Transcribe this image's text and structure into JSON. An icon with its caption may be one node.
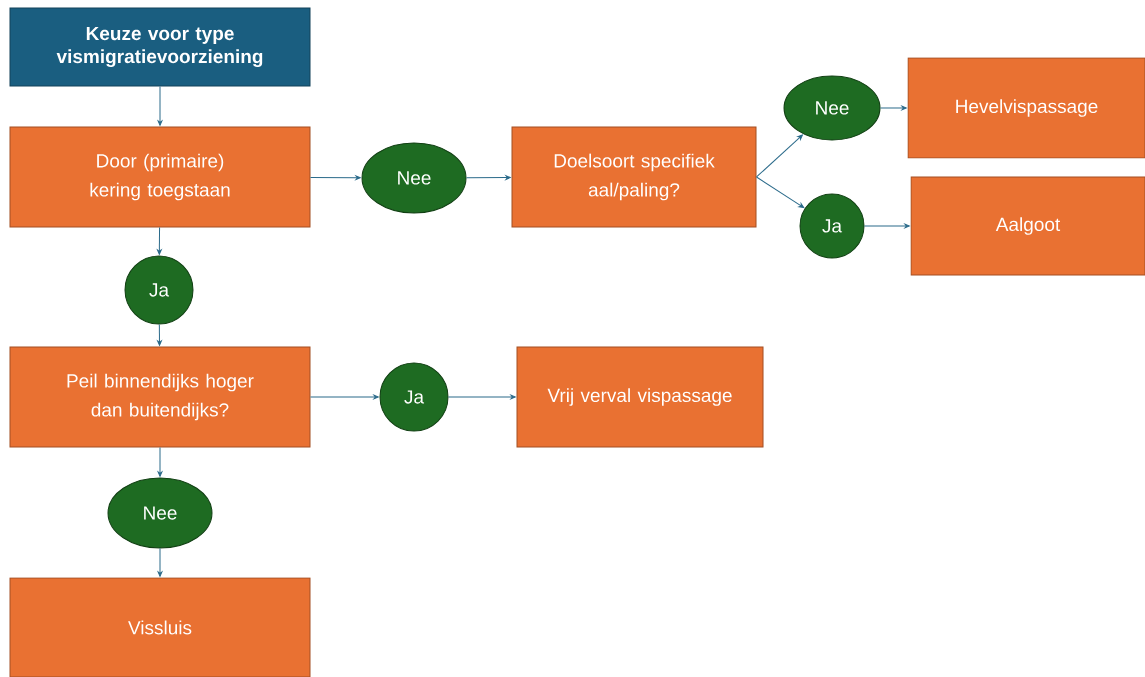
{
  "diagram": {
    "nodes": [
      {
        "text": [
          "Keuze voor type vismigratievoorziening"
        ]
      },
      {
        "text": [
          "Door (primaire) kering toegstaan"
        ]
      },
      {
        "text": [
          "Nee"
        ]
      },
      {
        "text": [
          "Doelsoort specifiek aal/paling?"
        ]
      },
      {
        "text": [
          "Nee"
        ]
      },
      {
        "text": [
          "Hevelvispassage"
        ]
      },
      {
        "text": [
          "Ja"
        ]
      },
      {
        "text": [
          "Aalgoot"
        ]
      },
      {
        "text": [
          "Ja"
        ]
      },
      {
        "text": [
          "Peil binnendijks hoger dan buitendijks?"
        ]
      },
      {
        "text": [
          "Ja"
        ]
      },
      {
        "text": [
          "Vrij verval vispassage"
        ]
      },
      {
        "text": [
          "Nee"
        ]
      },
      {
        "text": [
          "Vissluis"
        ]
      }
    ],
    "edges": [
      {
        "from": 0,
        "to": 1,
        "arrow": "to"
      },
      {
        "from": 1,
        "to": 2,
        "arrow": "to"
      },
      {
        "from": 2,
        "to": 3,
        "arrow": "to"
      },
      {
        "from": 3,
        "to": 4,
        "arrow": "to"
      },
      {
        "from": 4,
        "to": 5,
        "arrow": "to"
      },
      {
        "from": 3,
        "to": 6,
        "arrow": "to"
      },
      {
        "from": 6,
        "to": 7,
        "arrow": "to"
      },
      {
        "from": 1,
        "to": 8,
        "arrow": "to"
      },
      {
        "from": 8,
        "to": 9,
        "arrow": "to"
      },
      {
        "from": 9,
        "to": 10,
        "arrow": "to"
      },
      {
        "from": 10,
        "to": 11,
        "arrow": "to"
      },
      {
        "from": 9,
        "to": 12,
        "arrow": "to"
      },
      {
        "from": 12,
        "to": 13,
        "arrow": "to"
      }
    ]
  }
}
